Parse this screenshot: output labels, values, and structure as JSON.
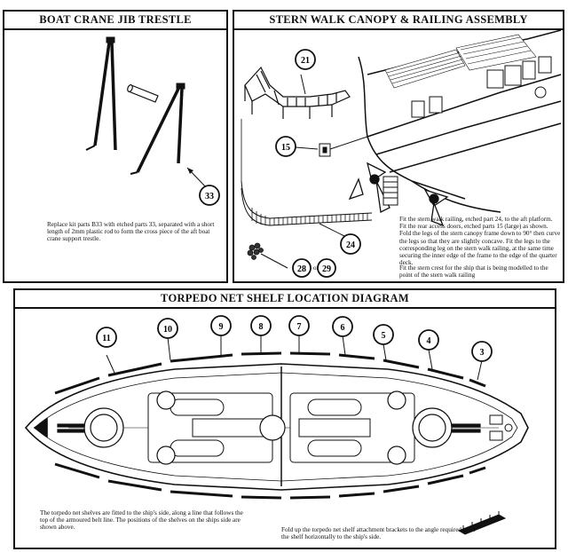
{
  "panels": {
    "jib": {
      "title": "BOAT CRANE JIB TRESTLE",
      "callout": "33",
      "note": "Replace kit parts B33 with etched parts 33, separated with a short length of 2mm plastic rod to form the cross piece of the aft boat crane support trestle."
    },
    "stern": {
      "title": "STERN WALK CANOPY & RAILING ASSEMBLY",
      "callouts": {
        "canopy": "21",
        "doors": "15",
        "railing": "24",
        "crest_a": "28",
        "or": "or",
        "crest_b": "29"
      },
      "note_1": "Fit the stern walk railing, etched part 24, to the aft platform. Fit the rear access doors, etched parts 15 (large) as shown. Fold the legs of the stern canopy frame down to 90° then curve the legs so that they are slightly concave.  Fit the legs to the corresponding leg on the stern walk railing, at the same time securing the inner edge of the frame to the edge of the quarter deck.",
      "note_2": "Fit the stern crest for the ship that is being modelled to the point of the stern walk railing"
    },
    "torpedo": {
      "title": "TORPEDO NET SHELF LOCATION DIAGRAM",
      "callouts": [
        "11",
        "10",
        "9",
        "8",
        "7",
        "6",
        "5",
        "4",
        "3"
      ],
      "note_left": "The torpedo net shelves are fitted to the ship's side, along a line that follows the top of the armoured belt line. The positions of the shelves on the ships side are shown above.",
      "note_right": "Fold up the torpedo net shelf attachment brackets to the angle required to fit the shelf horizontally to the ship's side."
    }
  }
}
